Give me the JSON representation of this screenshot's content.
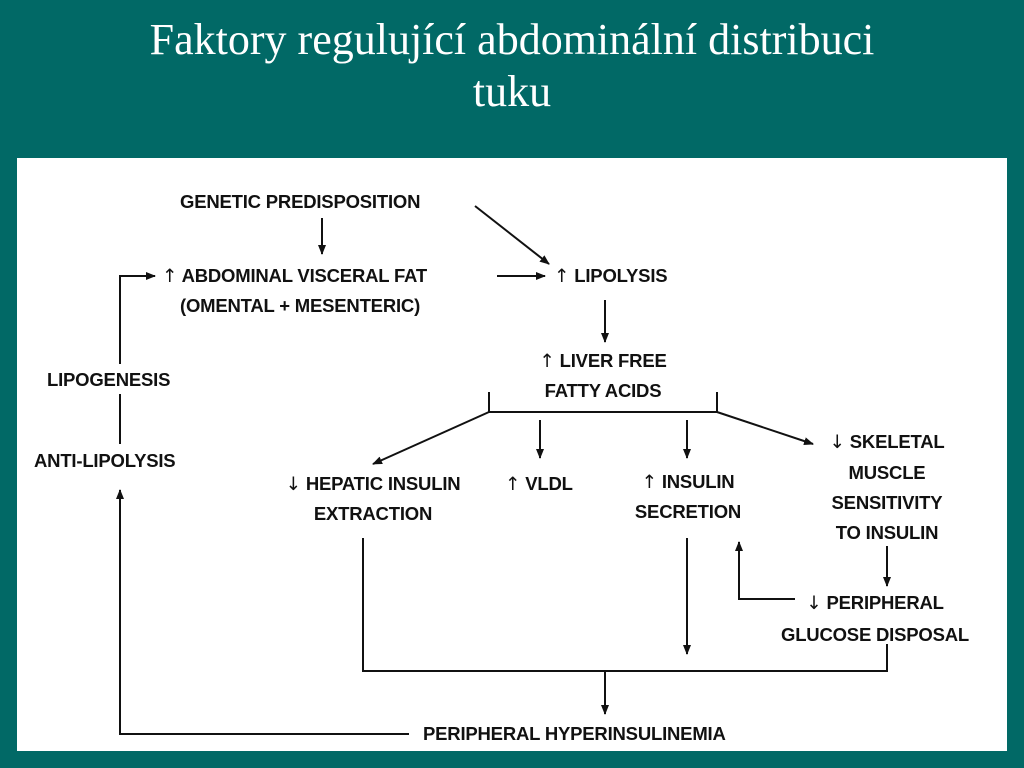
{
  "slide": {
    "title_line1": "Faktory regulující abdominální distribuci",
    "title_line2": "tuku"
  },
  "diagram": {
    "genetic": "GENETIC PREDISPOSITION",
    "abdominal": {
      "arrow": "↑",
      "line1": "ABDOMINAL VISCERAL FAT",
      "line2": "(OMENTAL + MESENTERIC)"
    },
    "lipolysis": {
      "arrow": "↑",
      "text": "LIPOLYSIS"
    },
    "liver": {
      "arrow": "↑",
      "line1": "LIVER FREE",
      "line2": "FATTY ACIDS"
    },
    "lipogenesis": "LIPOGENESIS",
    "antilipolysis": "ANTI-LIPOLYSIS",
    "hepatic": {
      "arrow": "↓",
      "line1": "HEPATIC INSULIN",
      "line2": "EXTRACTION"
    },
    "vldl": {
      "arrow": "↑",
      "text": "VLDL"
    },
    "insulin": {
      "arrow": "↑",
      "line1": "INSULIN",
      "line2": "SECRETION"
    },
    "skeletal": {
      "arrow": "↓",
      "line1": "SKELETAL",
      "line2": "MUSCLE",
      "line3": "SENSITIVITY",
      "line4": "TO INSULIN"
    },
    "peripheral_glucose": {
      "arrow": "↓",
      "line1": "PERIPHERAL",
      "line2": "GLUCOSE DISPOSAL"
    },
    "hyperinsulinemia": "PERIPHERAL HYPERINSULINEMIA"
  },
  "colors": {
    "background": "#016966",
    "panel": "#ffffff",
    "title_text": "#ffffff",
    "diagram_ink": "#111111"
  }
}
